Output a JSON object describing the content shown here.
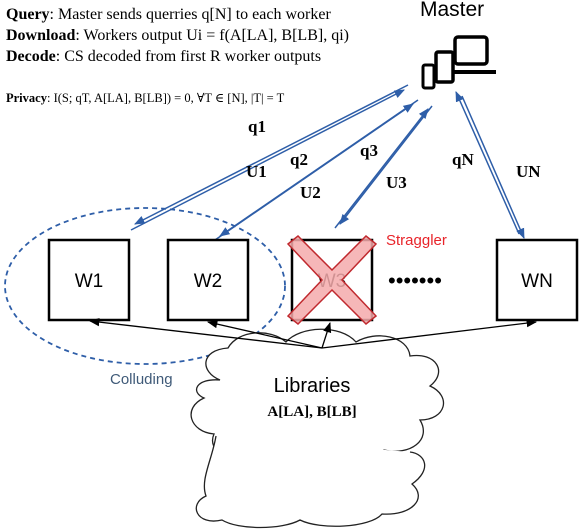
{
  "master": {
    "title": "Master"
  },
  "protocol": {
    "query_label": "Query",
    "query_text": ": Master sends querries q[N] to each worker",
    "download_label": "Download",
    "download_text": ": Workers output Ui = f(A[LA], B[LB], qi)",
    "decode_label": "Decode",
    "decode_text": ": CS decoded from first R worker outputs"
  },
  "privacy": {
    "label": "Privacy",
    "text": ": I(S; qT, A[LA], B[LB]) = 0, ∀T ∈ [N], |T| = T"
  },
  "links": [
    {
      "query": "q1",
      "answer": "U1"
    },
    {
      "query": "q2",
      "answer": "U2"
    },
    {
      "query": "q3",
      "answer": "U3"
    },
    {
      "query": "qN",
      "answer": "UN"
    }
  ],
  "workers": [
    {
      "label": "W1",
      "straggler": false
    },
    {
      "label": "W2",
      "straggler": false
    },
    {
      "label": "W3",
      "straggler": true
    },
    {
      "label": "WN",
      "straggler": false
    }
  ],
  "ellipsis": "•••••••",
  "straggler_label": "Straggler",
  "colluding_label": "Colluding",
  "libraries": {
    "title": "Libraries",
    "content": "A[LA], B[LB]"
  },
  "colors": {
    "link_blue": "#2e5ea8",
    "colluding_text": "#3f5a78",
    "straggler_red": "#e8242a",
    "cross_fill": "#f4aaac",
    "cross_stroke": "#c0292e"
  }
}
